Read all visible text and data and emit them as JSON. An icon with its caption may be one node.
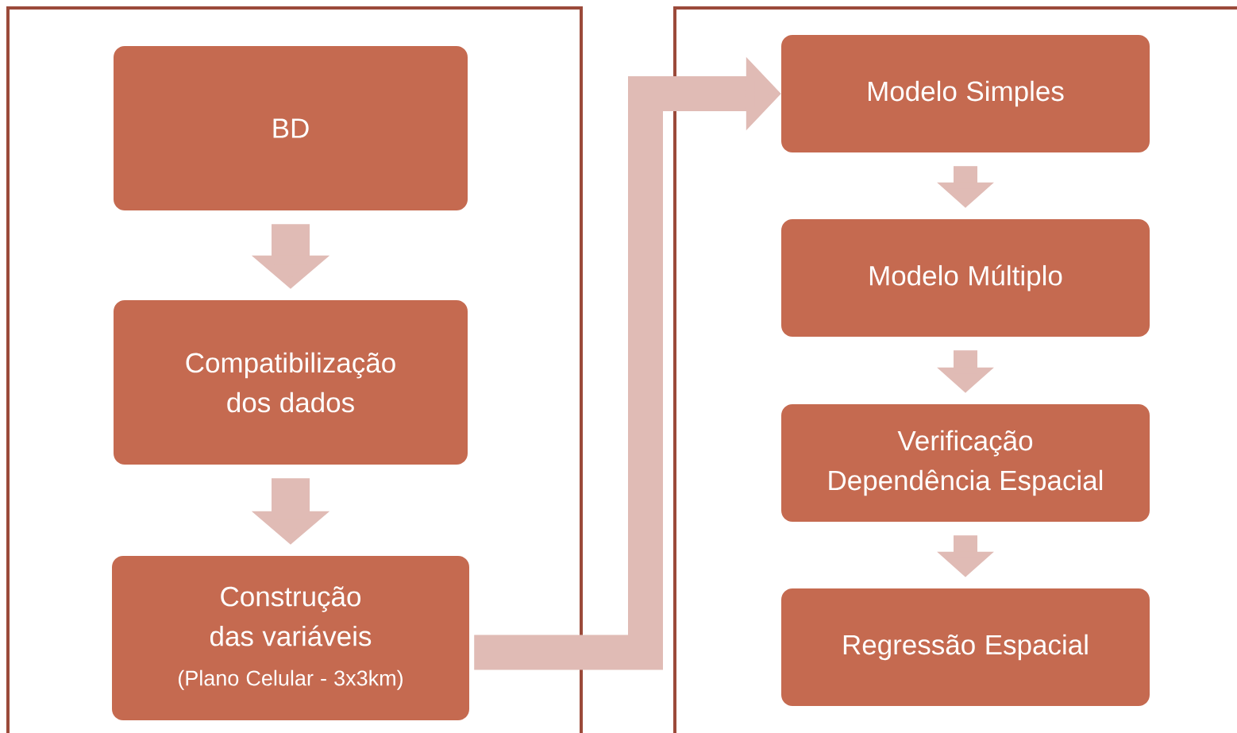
{
  "diagram": {
    "nodes": [
      {
        "text": [],
        "shape": "box"
      },
      {
        "text": [
          "BD"
        ],
        "in": 0
      },
      {
        "text": [
          "Compatibilização dos dados"
        ],
        "in": 0
      },
      {
        "text": [
          "Construção das variáveis",
          "(Plano Celular - 3x3km)"
        ],
        "in": 0
      },
      {
        "text": [],
        "shape": "box"
      },
      {
        "text": [
          "Modelo Simples"
        ],
        "in": 4
      },
      {
        "text": [
          "Modelo Múltiplo"
        ],
        "in": 4
      },
      {
        "text": [
          "Verificação Dependência Espacial"
        ],
        "in": 4
      },
      {
        "text": [
          "Regressão Espacial"
        ],
        "in": 4
      }
    ],
    "edges": [
      {
        "from": 1,
        "to": 2,
        "arrow": "to"
      },
      {
        "from": 2,
        "to": 3,
        "arrow": "to"
      },
      {
        "from": 3,
        "to": 5,
        "arrow": "to"
      },
      {
        "from": 5,
        "to": 6,
        "arrow": "to"
      },
      {
        "from": 6,
        "to": 7,
        "arrow": "to"
      },
      {
        "from": 7,
        "to": 8,
        "arrow": "to"
      }
    ]
  }
}
